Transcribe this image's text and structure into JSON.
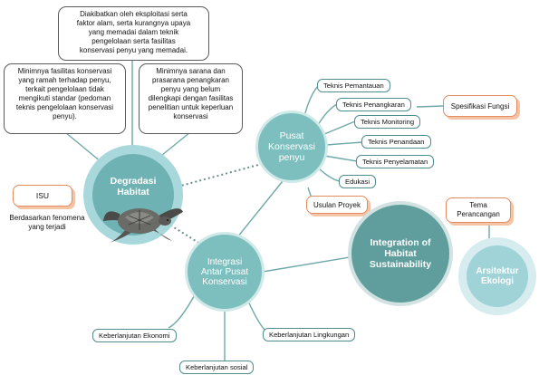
{
  "top_notes": {
    "exploitation": "Diakibatkan oleh eksploitasi serta\nfaktor alam, serta kurangnya upaya\nyang memadai dalam teknik\npengelolaan serta fasilitas\nkonservasi penyu yang memadai.",
    "facilities": "Minimnya fasilitas konservasi\nyang ramah terhadap penyu,\nterkait pengelolaan tidak\nmengikuti standar (pedoman\nteknis pengelolaan konservasi\npenyu).",
    "infrastructure": "Minimnya sarana dan\nprasarana penangkaran\npenyu yang belum\ndilengkapi dengan fasilitas\npenelitian untuk keperluan\nkonservasi"
  },
  "callouts": {
    "isu": "ISU",
    "spesifikasi": "Spesifikasi Fungsi",
    "usulan": "Usulan Proyek",
    "tema": "Tema\nPerancangan"
  },
  "caption": "Berdasarkan fenomena\nyang terjadi",
  "nodes": {
    "degradasi": "Degradasi\nHabitat",
    "pusat": "Pusat\nKonservasi\npenyu",
    "integrasi": "Integrasi\nAntar Pusat\nKonservasi",
    "integration": "Integration of\nHabitat\nSustainability",
    "arsitektur": "Arsitektur\nEkologi"
  },
  "branches": {
    "pemantauan": "Teknis Pemantauan",
    "penangkaran": "Teknis Penangkaran",
    "monitoring": "Teknis Monitoring",
    "penandaan": "Teknis Penandaan",
    "penyelamatan": "Teknis Penyelamatan",
    "edukasi": "Edukasi",
    "ekonomi": "Keberlanjutan Ekonomi",
    "lingkungan": "Keberlanjutan Lingkungan",
    "sosial": "Keberlanjutan sosial"
  },
  "colors": {
    "teal": "#7fbfbf",
    "teal_dark": "#5f9e9d",
    "teal_light": "#a9d8dc",
    "orange": "#e38c5f"
  }
}
